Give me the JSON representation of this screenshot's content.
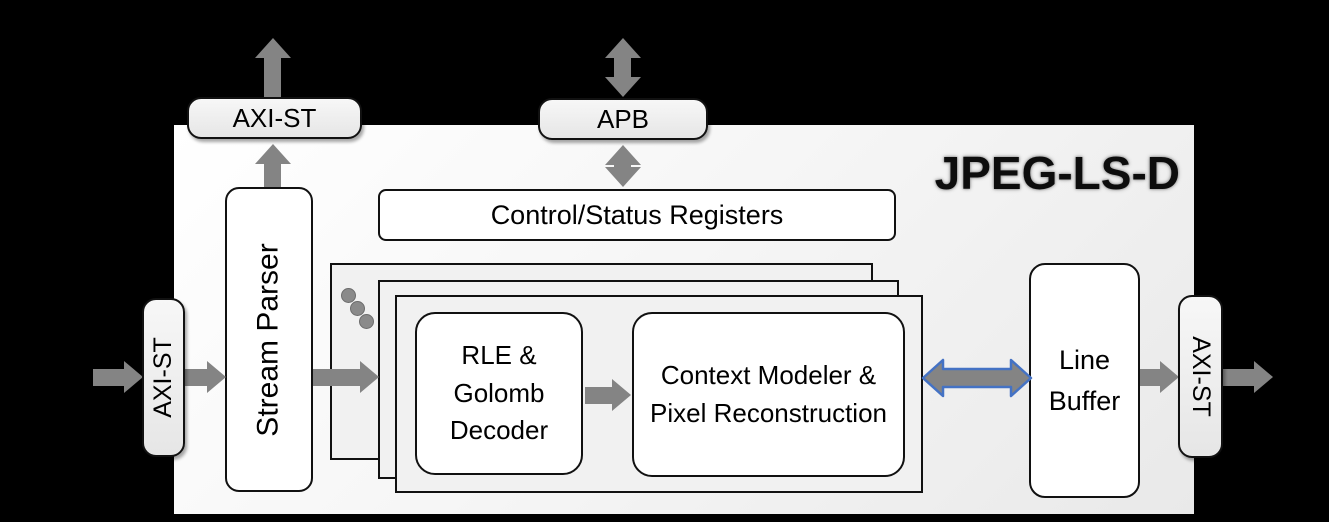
{
  "diagram": {
    "title": "JPEG-LS-D",
    "interfaces": {
      "axi_st_top": {
        "label": "AXI-ST"
      },
      "axi_st_left": {
        "label": "AXI-ST"
      },
      "axi_st_right": {
        "label": "AXI-ST"
      },
      "apb": {
        "label": "APB"
      }
    },
    "blocks": {
      "stream_parser": {
        "label": "Stream Parser"
      },
      "control_status_registers": {
        "label": "Control/Status Registers"
      },
      "rle_golomb_decoder": {
        "label": "RLE & Golomb Decoder"
      },
      "context_modeler": {
        "label": "Context Modeler & Pixel Reconstruction"
      },
      "line_buffer": {
        "label": "Line Buffer"
      }
    },
    "colors": {
      "background": "#000000",
      "container_fill": "#f4f4f4",
      "arrow_gray": "#848484",
      "accent_blue": "#4472C4"
    }
  }
}
